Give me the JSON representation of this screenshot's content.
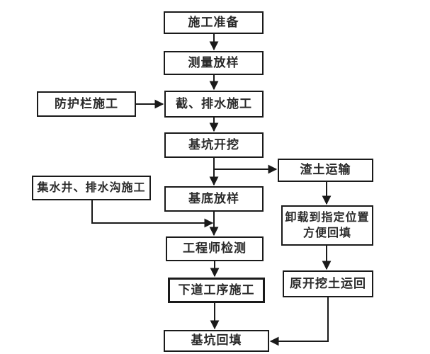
{
  "diagram": {
    "type": "flowchart",
    "language": "zh-CN",
    "subject": "foundation-pit-excavation-construction-process",
    "colors": {
      "background": "#ffffff",
      "node_fill": "#ffffff",
      "node_border": "#1a1a1a",
      "text": "#2a2a2a",
      "arrow": "#1a1a1a"
    },
    "nodes": [
      {
        "id": "prep",
        "label": "施工准备"
      },
      {
        "id": "survey",
        "label": "测量放样"
      },
      {
        "id": "fence",
        "label": "防护栏施工"
      },
      {
        "id": "drainage",
        "label": "截、排水施工"
      },
      {
        "id": "excavate",
        "label": "基坑开挖"
      },
      {
        "id": "muck",
        "label": "渣土运输"
      },
      {
        "id": "sump",
        "label": "集水井、排水沟施工"
      },
      {
        "id": "base-layout",
        "label": "基底放样"
      },
      {
        "id": "unload",
        "label": "卸载到指定位置方便回填",
        "label_line1": "卸载到指定位置",
        "label_line2": "方便回填"
      },
      {
        "id": "engineer",
        "label": "工程师检测"
      },
      {
        "id": "next",
        "label": "下道工序施工"
      },
      {
        "id": "return",
        "label": "原开挖土运回"
      },
      {
        "id": "backfill",
        "label": "基坑回填"
      }
    ],
    "edges": [
      {
        "from": "prep",
        "to": "survey"
      },
      {
        "from": "survey",
        "to": "drainage"
      },
      {
        "from": "fence",
        "to": "drainage"
      },
      {
        "from": "drainage",
        "to": "excavate"
      },
      {
        "from": "excavate",
        "to": "base-layout"
      },
      {
        "from": "excavate",
        "to": "muck"
      },
      {
        "from": "muck",
        "to": "unload"
      },
      {
        "from": "unload",
        "to": "return"
      },
      {
        "from": "return",
        "to": "backfill"
      },
      {
        "from": "sump",
        "to": "engineer"
      },
      {
        "from": "base-layout",
        "to": "engineer"
      },
      {
        "from": "engineer",
        "to": "next"
      },
      {
        "from": "next",
        "to": "backfill"
      }
    ]
  }
}
